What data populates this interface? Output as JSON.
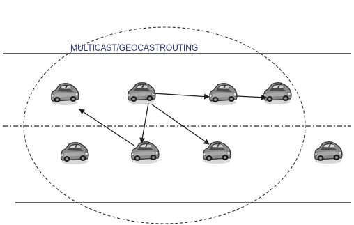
{
  "title": "MULTICAST/GEOCASTROUTING",
  "colors": {
    "line": "#2b2b2b",
    "car_body": "#8a8a8a",
    "car_dark": "#2e2e2e",
    "car_light": "#d6d6d6",
    "title_text": "#2a3a7a"
  },
  "cars": [
    {
      "id": "car-1",
      "label": ""
    },
    {
      "id": "car-2",
      "label": ""
    },
    {
      "id": "car-3",
      "label": ""
    },
    {
      "id": "car-4",
      "label": ""
    },
    {
      "id": "car-5",
      "label": ""
    },
    {
      "id": "car-6",
      "label": ""
    },
    {
      "id": "car-7",
      "label": ""
    },
    {
      "id": "car-8",
      "label": ""
    }
  ],
  "links": [
    {
      "from": "car-2",
      "to": "car-3"
    },
    {
      "from": "car-3",
      "to": "car-4"
    },
    {
      "from": "car-6",
      "to": "car-1"
    },
    {
      "from": "car-2",
      "to": "car-6"
    },
    {
      "from": "car-2",
      "to": "car-7"
    }
  ]
}
